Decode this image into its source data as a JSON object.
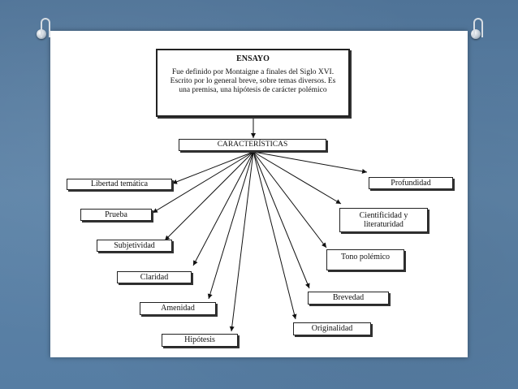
{
  "root": {
    "title": "ENSAYO",
    "description": "Fue definido por Montaigne a finales del Siglo XVI. Escrito por lo general breve, sobre temas diversos. Es una premisa, una hipótesis de carácter polémico"
  },
  "hub": {
    "label": "CARACTERÍSTICAS"
  },
  "left_items": [
    {
      "label": "Libertad temática"
    },
    {
      "label": "Prueba"
    },
    {
      "label": "Subjetividad"
    },
    {
      "label": "Claridad"
    },
    {
      "label": "Amenidad"
    },
    {
      "label": "Hipótesis"
    }
  ],
  "right_items": [
    {
      "label": "Profundidad"
    },
    {
      "label": "Cientificidad y literaturidad"
    },
    {
      "label": "Tono polémico"
    },
    {
      "label": "Brevedad"
    },
    {
      "label": "Originalidad"
    }
  ]
}
